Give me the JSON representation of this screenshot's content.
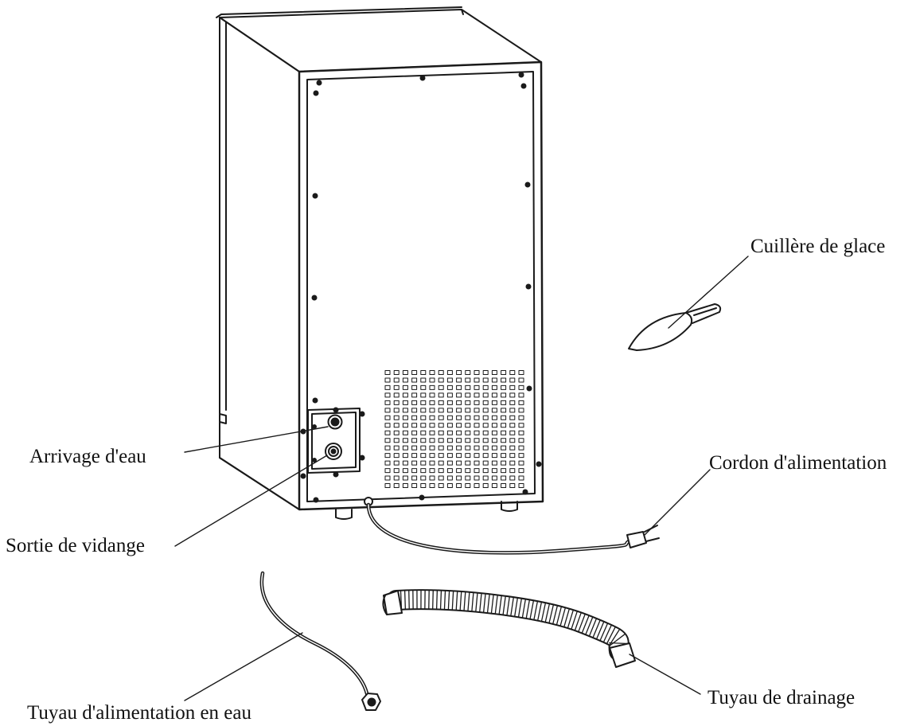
{
  "labels": {
    "ice_scoop": "Cuillère de glace",
    "water_inlet": "Arrivage d'eau",
    "power_cord": "Cordon d'alimentation",
    "drain_outlet": "Sortie de vidange",
    "drain_hose": "Tuyau de drainage",
    "water_supply_hose": "Tuyau d'alimentation en eau"
  }
}
